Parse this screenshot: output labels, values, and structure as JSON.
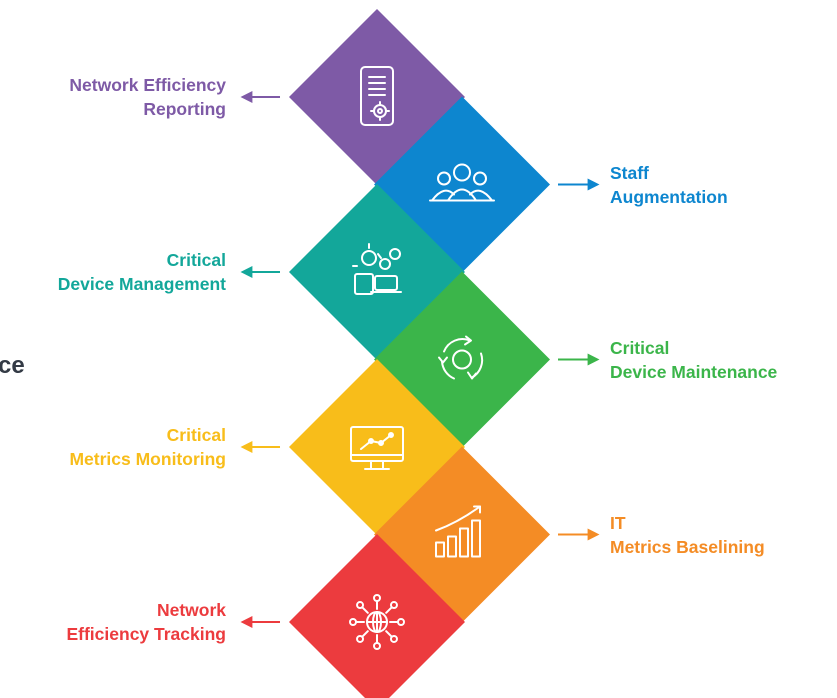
{
  "colors": {
    "purple": "#7e5aa6",
    "blue": "#0d86cf",
    "teal": "#13a79a",
    "green": "#3bb54a",
    "yellow": "#f8bd1a",
    "orange": "#f48c25",
    "red": "#ec3b3e",
    "dark_text": "#333a45"
  },
  "partial_text": "ce",
  "steps": [
    {
      "side": "left",
      "color": "#7e5aa6",
      "icon": "document-gear-icon",
      "lines": [
        "Network Efficiency",
        "Reporting"
      ]
    },
    {
      "side": "right",
      "color": "#0d86cf",
      "icon": "staff-team-icon",
      "lines": [
        "Staff",
        "Augmentation"
      ]
    },
    {
      "side": "left",
      "color": "#13a79a",
      "icon": "device-gears-icon",
      "lines": [
        "Critical",
        "Device Management"
      ]
    },
    {
      "side": "right",
      "color": "#3bb54a",
      "icon": "refresh-cycle-icon",
      "lines": [
        "Critical",
        "Device Maintenance"
      ]
    },
    {
      "side": "left",
      "color": "#f8bd1a",
      "icon": "monitor-chart-icon",
      "lines": [
        "Critical",
        "Metrics Monitoring"
      ]
    },
    {
      "side": "right",
      "color": "#f48c25",
      "icon": "bar-growth-icon",
      "lines": [
        "IT",
        "Metrics Baselining"
      ]
    },
    {
      "side": "left",
      "color": "#ec3b3e",
      "icon": "network-globe-icon",
      "lines": [
        "Network",
        "Efficiency Tracking"
      ]
    }
  ]
}
